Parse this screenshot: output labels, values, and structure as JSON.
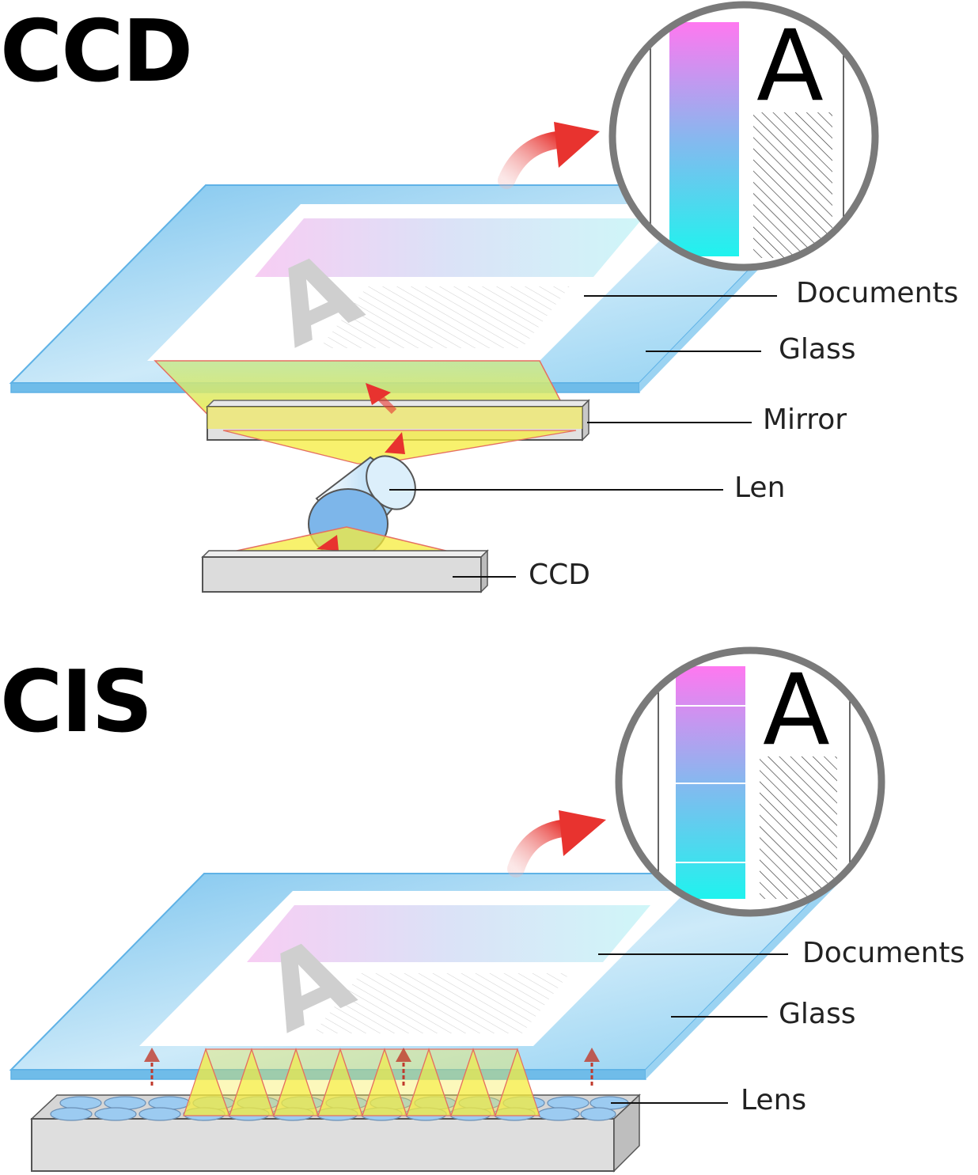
{
  "ccd_section": {
    "title": "CCD",
    "labels": {
      "documents": "Documents",
      "glass": "Glass",
      "mirror": "Mirror",
      "len": "Len",
      "ccd": "CCD"
    },
    "zoom_letter": "A",
    "document_letter": "A"
  },
  "cis_section": {
    "title": "CIS",
    "labels": {
      "documents": "Documents",
      "glass": "Glass",
      "lens": "Lens"
    },
    "zoom_letter": "A",
    "document_letter": "A"
  },
  "colors": {
    "glass": "#7fc6ef",
    "magenta": "#ff7ff0",
    "cyan": "#22f0f0",
    "light_beam": "#f5ec3c",
    "arrow_red": "#e8332f",
    "sensor_gray": "#d9d9d9"
  }
}
